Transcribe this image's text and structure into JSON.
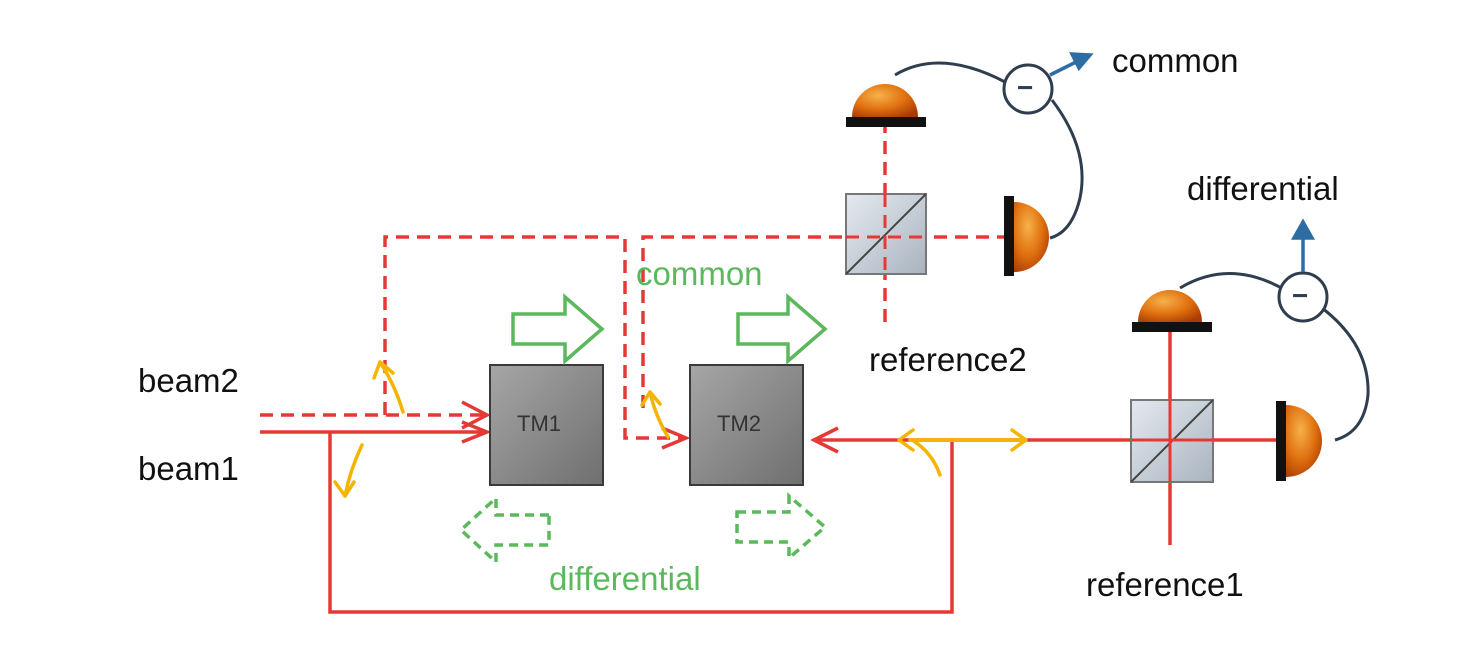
{
  "labels": {
    "beam2": "beam2",
    "beam1": "beam1",
    "tm1": "TM1",
    "tm2": "TM2",
    "common_green": "common",
    "differential_green": "differential",
    "common_output": "common",
    "differential_output": "differential",
    "reference2": "reference2",
    "reference1": "reference1",
    "minus_symbol": "−"
  },
  "colors": {
    "laser": "#e53935",
    "reflection_arrow": "#f4b400",
    "motion_arrow": "#5cb85c",
    "signal": "#2e6da4",
    "test_mass": "#8c8c8c",
    "photodetector": "#e07a10"
  }
}
